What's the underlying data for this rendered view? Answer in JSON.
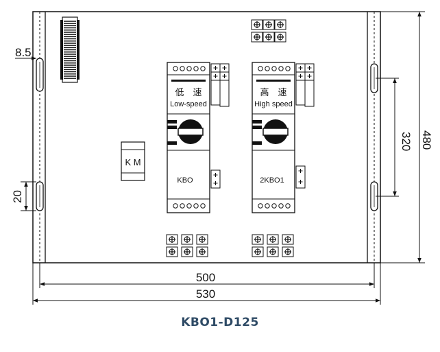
{
  "drawing": {
    "caption": "KBO1-D125",
    "dimensions": {
      "width_inner": "500",
      "width_outer": "530",
      "height_total": "480",
      "slot_spacing": "320",
      "rail_offset": "8.5",
      "slot_length": "20"
    },
    "contactor": {
      "label": "K M"
    },
    "units": [
      {
        "id": "low",
        "name_cn": "低　速",
        "name_en": "Low-speed",
        "model": "KBO"
      },
      {
        "id": "high",
        "name_cn": "高　速",
        "name_en": "High speed",
        "model": "2KBO1"
      }
    ],
    "colors": {
      "line": "#111111",
      "caption": "#2f4b66"
    }
  }
}
